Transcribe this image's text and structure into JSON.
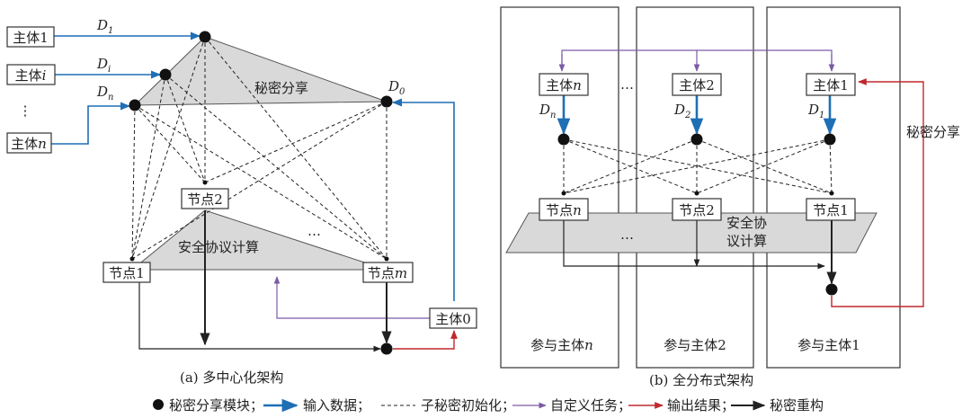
{
  "diagram_a": {
    "entity_1": "主体1",
    "entity_i_prefix": "主体",
    "entity_i_var": "i",
    "entity_n_prefix": "主体",
    "entity_n_var": "n",
    "vdots": "⋮",
    "entity_0": "主体0",
    "d_letter": "D",
    "d1_sub": "1",
    "di_sub": "i",
    "dn_sub": "n",
    "d0_sub": "0",
    "secret_sharing": "秘密分享",
    "node_1": "节点1",
    "node_2": "节点2",
    "node_m_prefix": "节点",
    "node_m_var": "m",
    "ellipsis": "…",
    "secure_protocol": "安全协议计算",
    "caption": "(a) 多中心化架构"
  },
  "diagram_b": {
    "entity_n_prefix": "主体",
    "entity_n_var": "n",
    "entity_2": "主体2",
    "entity_1": "主体1",
    "ellipsis": "…",
    "d_letter": "D",
    "dn_sub": "n",
    "d2_sub": "2",
    "d1_sub": "1",
    "node_n_prefix": "节点",
    "node_n_var": "n",
    "node_2": "节点2",
    "node_1": "节点1",
    "secure_protocol_line1": "安全协",
    "secure_protocol_line2": "议计算",
    "secret_sharing": "秘密分享",
    "participant_n_prefix": "参与主体",
    "participant_n_var": "n",
    "participant_2": "参与主体2",
    "participant_1": "参与主体1",
    "caption": "(b) 全分布式架构"
  },
  "legend": {
    "module": "秘密分享模块；",
    "input": "输入数据；",
    "init": "子秘密初始化；",
    "custom": "自定义任务；",
    "output": "输出结果；",
    "reconstruct": "秘密重构"
  },
  "colors": {
    "input_blue": "#1f6fb5",
    "custom_purple": "#7b5aa6",
    "output_red": "#c0282e",
    "reconstruct_black": "#222222",
    "shaded_gray": "#d9d9d9"
  }
}
